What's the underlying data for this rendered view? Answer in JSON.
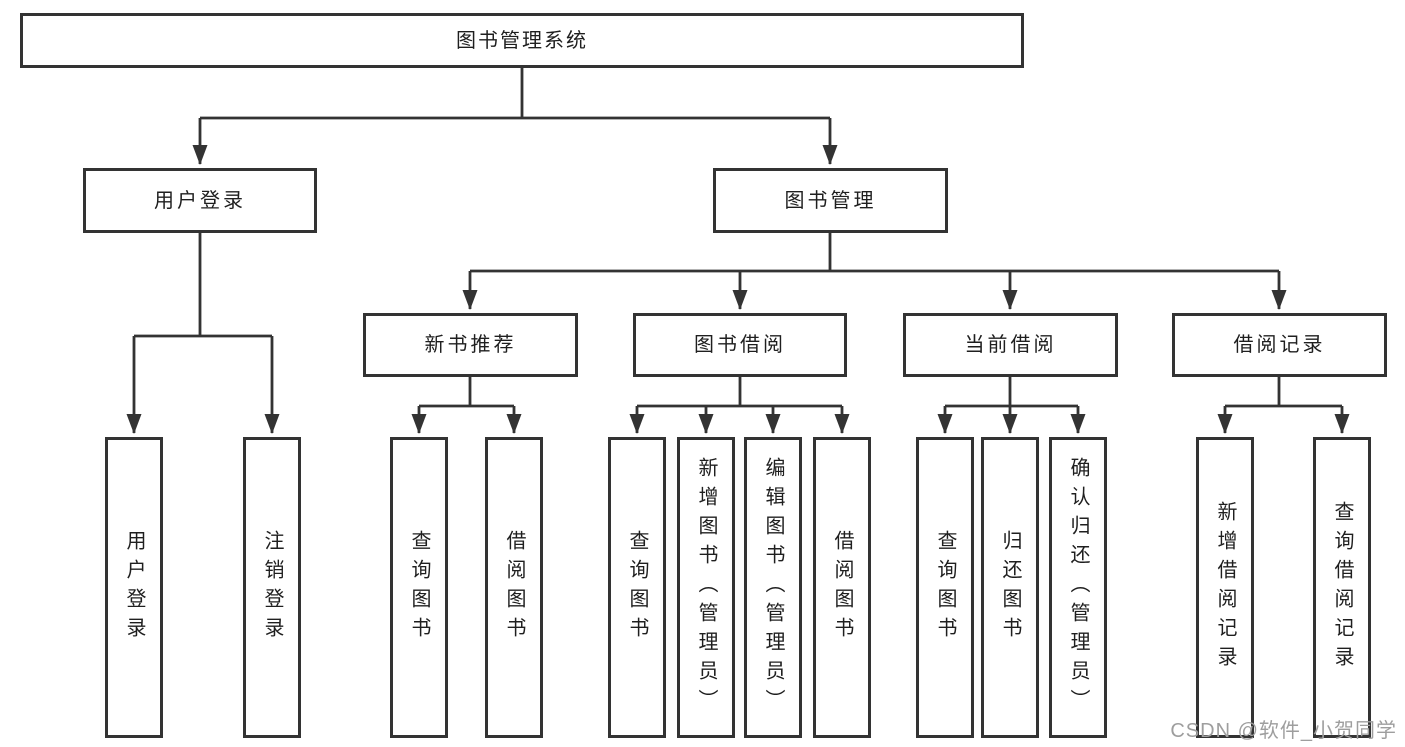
{
  "diagram": {
    "root": {
      "label": "图书管理系统"
    },
    "user_login": {
      "label": "用户登录",
      "children": [
        "用户登录",
        "注销登录"
      ]
    },
    "book_management": {
      "label": "图书管理",
      "modules": {
        "new_book": {
          "label": "新书推荐",
          "children": [
            "查询图书",
            "借阅图书"
          ]
        },
        "borrow": {
          "label": "图书借阅",
          "children": [
            "查询图书",
            "新增图书（管理员）",
            "编辑图书（管理员）",
            "借阅图书"
          ]
        },
        "current": {
          "label": "当前借阅",
          "children": [
            "查询图书",
            "归还图书",
            "确认归还（管理员）"
          ]
        },
        "records": {
          "label": "借阅记录",
          "children": [
            "新增借阅记录",
            "查询借阅记录"
          ]
        }
      }
    }
  },
  "watermark": "CSDN @软件_小贺同学",
  "colors": {
    "line": "#333333",
    "box_border": "#333333",
    "box_fill": "#ffffff",
    "text": "#1f1f1f",
    "watermark": "#9e9e9e",
    "background": "#ffffff"
  }
}
